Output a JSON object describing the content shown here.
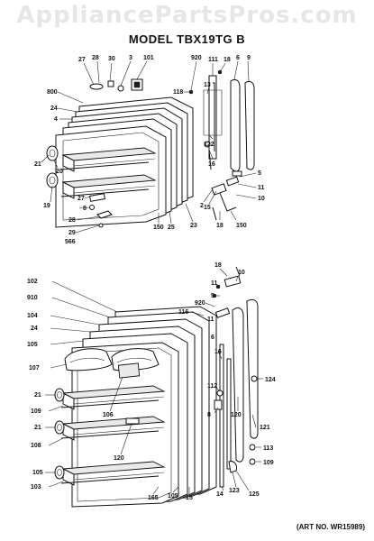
{
  "watermark": "AppliancePartsPros.com",
  "model_title": "MODEL TBX19TG B",
  "art_number": "(ART NO. WR15989)",
  "callouts_upper": [
    "27",
    "28",
    "30",
    "3",
    "101",
    "920",
    "118",
    "111",
    "18",
    "6",
    "9",
    "800",
    "24",
    "4",
    "13",
    "122",
    "16",
    "21",
    "20",
    "19",
    "27",
    "8",
    "28",
    "29",
    "566",
    "150",
    "25",
    "23",
    "2",
    "5",
    "11",
    "10",
    "15",
    "18",
    "150"
  ],
  "callouts_lower": [
    "18",
    "10",
    "11",
    "5",
    "102",
    "910",
    "920",
    "116",
    "104",
    "24",
    "105",
    "107",
    "21",
    "109",
    "21",
    "108",
    "105",
    "103",
    "106",
    "120",
    "11",
    "6",
    "16",
    "112",
    "8",
    "124",
    "120",
    "121",
    "113",
    "109",
    "165",
    "105",
    "14",
    "123",
    "125",
    "15"
  ]
}
